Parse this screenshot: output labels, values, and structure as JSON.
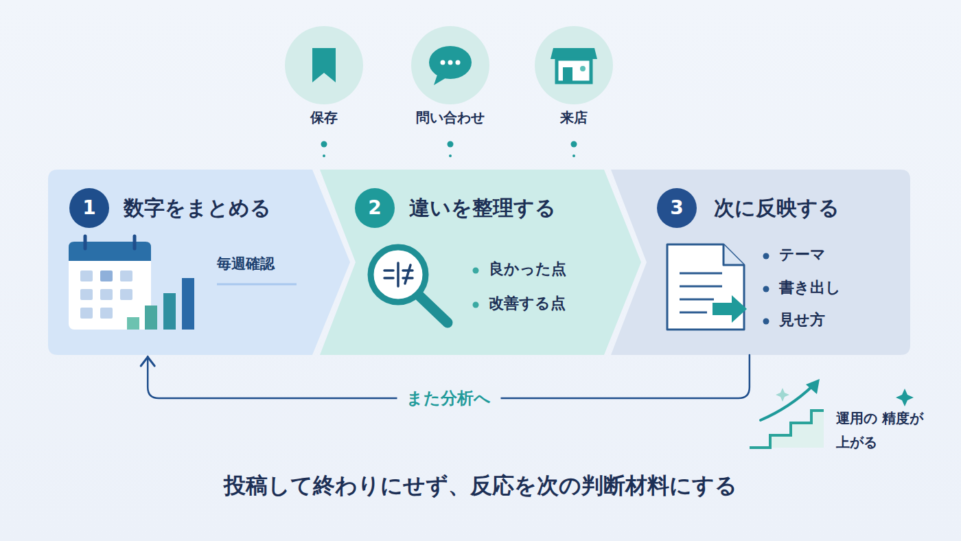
{
  "diagram": {
    "caption": "投稿して終わりにせず、反応を次の判断材料にする",
    "nodes": [
      {
        "text": [
          "数字をまとめる",
          "毎週確認"
        ]
      },
      {
        "text": [
          "1"
        ],
        "in": 0
      },
      {
        "text": [
          "違いを整理する",
          "良かった点",
          "改善する点"
        ]
      },
      {
        "text": [
          "2"
        ],
        "in": 2
      },
      {
        "text": [
          "次に反映する",
          "テーマ",
          "書き出し",
          "見せ方"
        ]
      },
      {
        "text": [
          "3"
        ],
        "in": 4
      }
    ],
    "edges": [
      {
        "from": 4,
        "to": 0,
        "label": "また分析へ",
        "arrow": "to"
      }
    ],
    "labels": [
      "保存",
      "問い合わせ",
      "来店",
      "運用の 精度が上がる"
    ]
  }
}
